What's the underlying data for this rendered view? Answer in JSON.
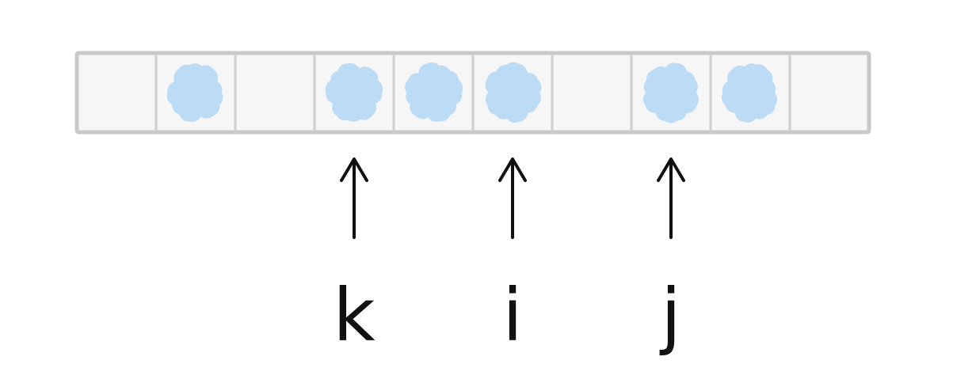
{
  "colors": {
    "cell_fill": "#f6f6f6",
    "cell_border": "#c9c9c9",
    "filled_marker": "#bcdcf6",
    "ink": "#111111"
  },
  "array": {
    "cell_count": 10,
    "filled_cells": [
      1,
      3,
      4,
      5,
      7,
      8
    ]
  },
  "pointers": [
    {
      "label": "k",
      "cell": 3
    },
    {
      "label": "i",
      "cell": 5
    },
    {
      "label": "j",
      "cell": 7
    }
  ]
}
